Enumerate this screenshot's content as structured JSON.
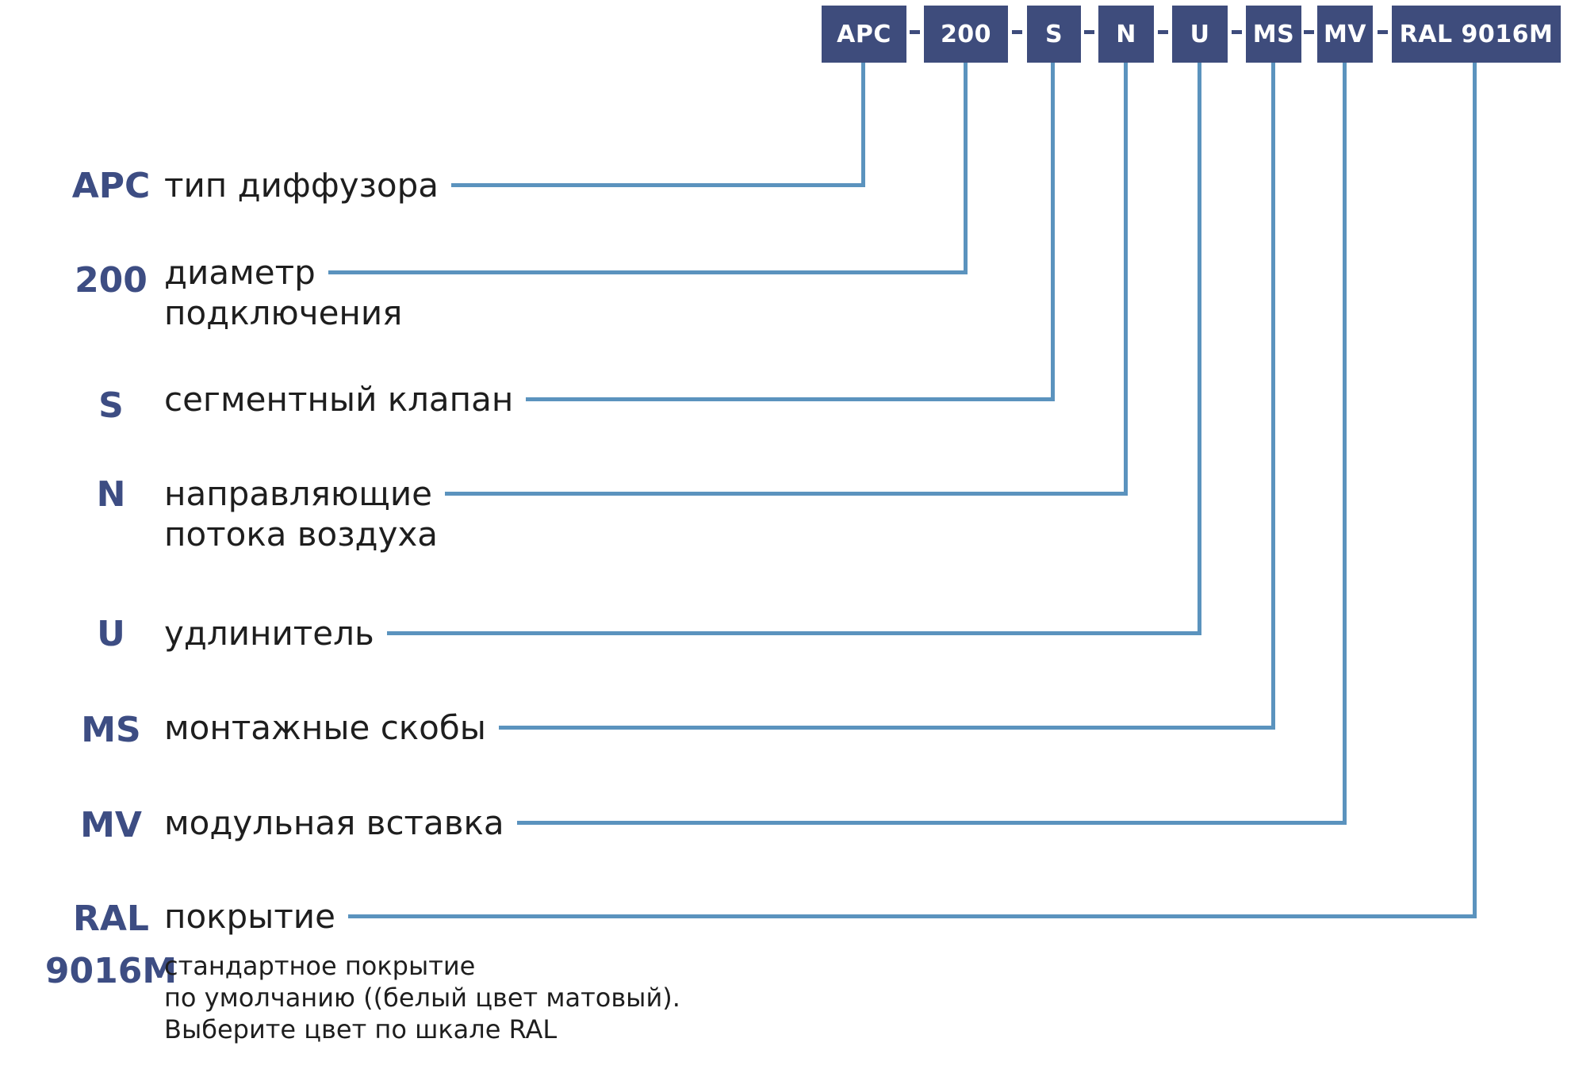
{
  "colors": {
    "box_background": "#3E4C7C",
    "code_label": "#3D4D83",
    "connector_line": "#5B93BE",
    "body_text": "#1E1E1E",
    "box_text": "#FFFFFF"
  },
  "product_code": {
    "boxes": [
      {
        "label": "APC"
      },
      {
        "label": "200"
      },
      {
        "label": "S"
      },
      {
        "label": "N"
      },
      {
        "label": "U"
      },
      {
        "label": "MS"
      },
      {
        "label": "MV"
      },
      {
        "label": "RAL 9016M"
      }
    ]
  },
  "legend": {
    "rows": [
      {
        "code": "APC",
        "label": "тип диффузора"
      },
      {
        "code": "200",
        "label": "диаметр",
        "label_line2": "подключения"
      },
      {
        "code": "S",
        "label": "сегментный клапан"
      },
      {
        "code": "N",
        "label": "направляющие",
        "label_line2": "потока воздуха"
      },
      {
        "code": "U",
        "label": "удлинитель"
      },
      {
        "code": "MS",
        "label": "монтажные скобы"
      },
      {
        "code": "MV",
        "label": "модульная вставка"
      },
      {
        "code_line1": "RAL",
        "code_line2": "9016M",
        "label": "покрытие",
        "note_line1": "стандартное покрытие",
        "note_line2": "по умолчанию ((белый цвет матовый).",
        "note_line3": "Выберите цвет по шкале RAL"
      }
    ]
  }
}
